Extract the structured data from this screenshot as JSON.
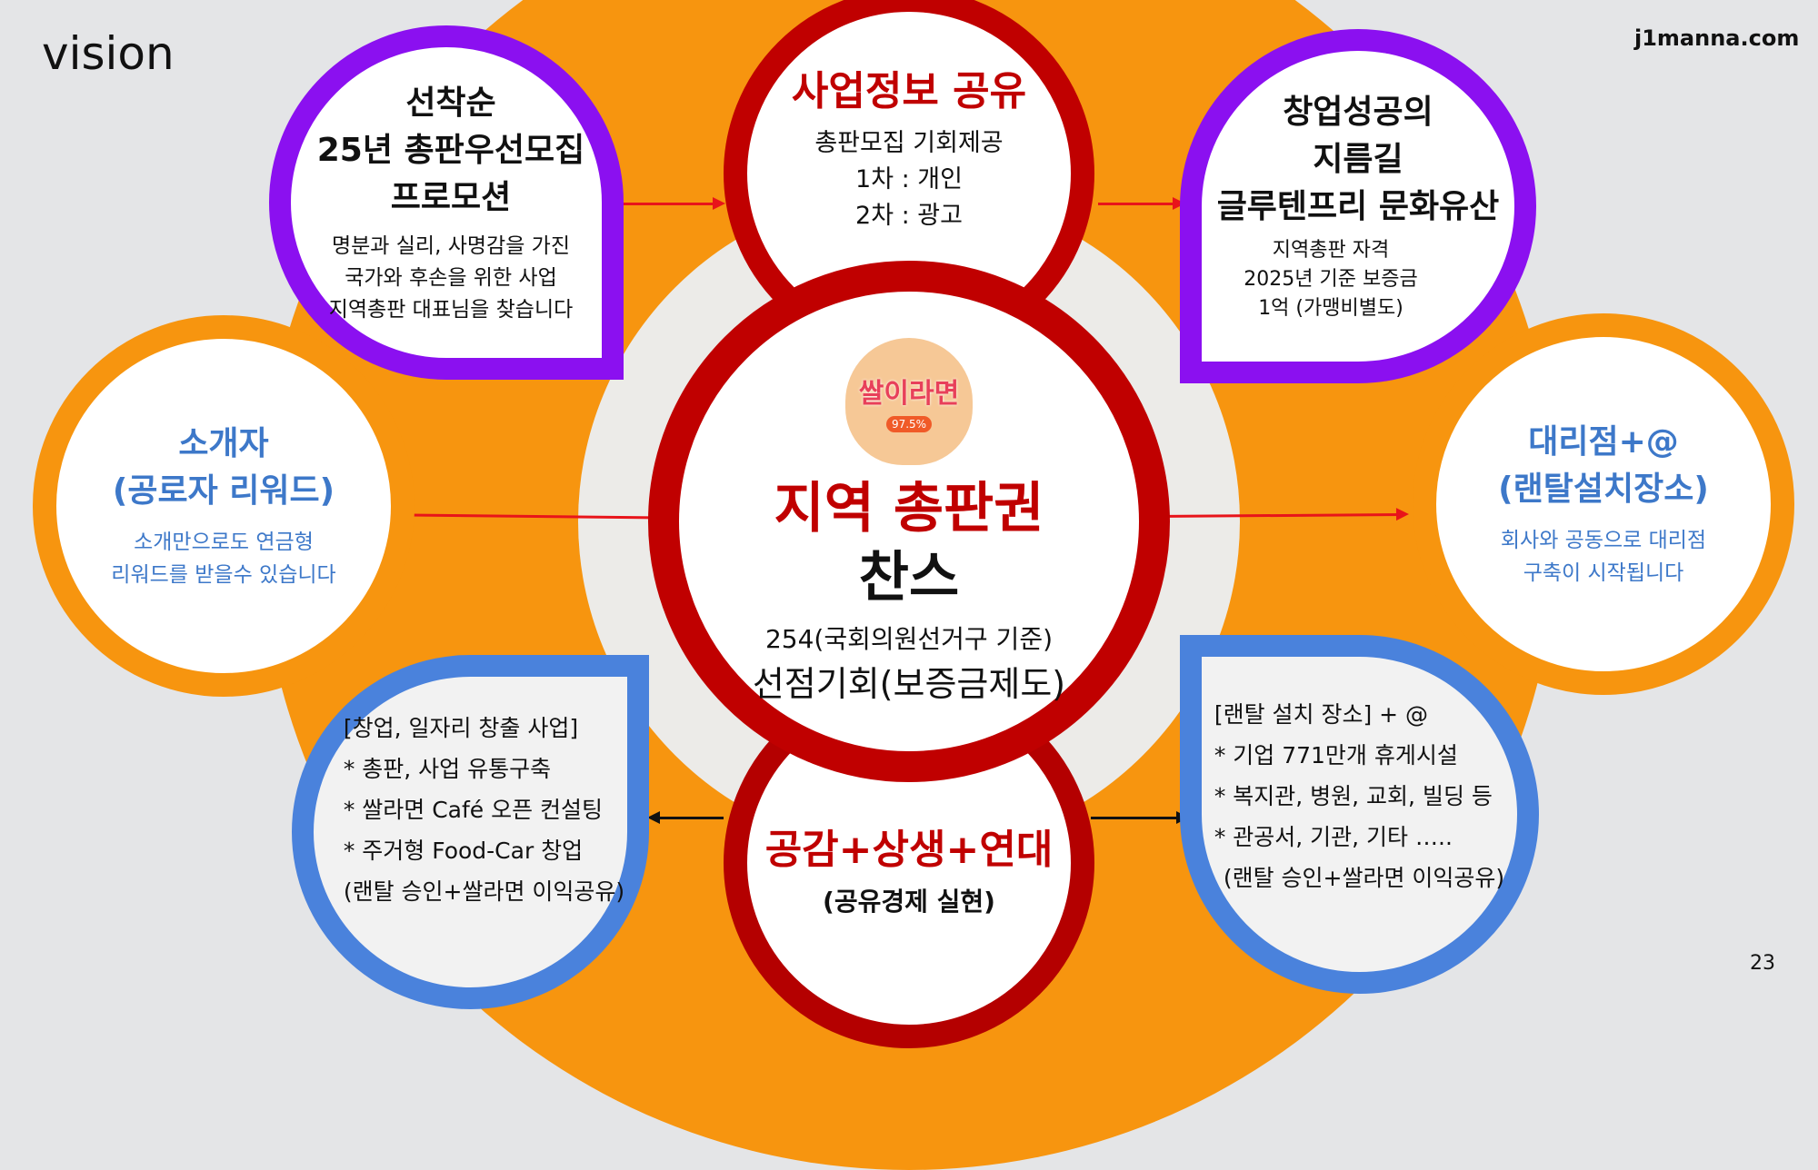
{
  "header": {
    "title": "vision",
    "site": "j1manna.com",
    "page_number": "23"
  },
  "center": {
    "title1": "지역 총판권",
    "title2": "찬스",
    "line1": "254(국회의원선거구 기준)",
    "line2": "선점기회(보증금제도)",
    "logo_text": "쌀이라면",
    "logo_badge": "97.5%"
  },
  "top": {
    "title": "사업정보 공유",
    "lines": [
      "총판모집 기회제공",
      "1차 : 개인",
      "2차 : 광고"
    ]
  },
  "bottom": {
    "title": "공감+상생+연대",
    "subtitle": "(공유경제 실현)"
  },
  "top_left": {
    "title_lines": [
      "선착순",
      "25년 총판우선모집",
      "프로모션"
    ],
    "lines": [
      "명분과 실리, 사명감을 가진",
      "국가와 후손을 위한 사업",
      "지역총판 대표님을 찾습니다"
    ]
  },
  "top_right": {
    "title_lines": [
      "창업성공의",
      "지름길",
      "글루텐프리 문화유산"
    ],
    "lines": [
      "지역총판 자격",
      "2025년 기준 보증금",
      "1억 (가맹비별도)"
    ]
  },
  "left": {
    "title_lines": [
      "소개자",
      "(공로자 리워드)"
    ],
    "lines": [
      "소개만으로도 연금형",
      "리워드를 받을수 있습니다"
    ]
  },
  "right": {
    "title_lines": [
      "대리점+@",
      "(랜탈설치장소)"
    ],
    "lines": [
      "회사와 공동으로 대리점",
      "구축이 시작됩니다"
    ]
  },
  "bottom_left": {
    "lines": [
      "[창업, 일자리 창출 사업]",
      "* 총판, 사업 유통구축",
      "* 쌀라면 Café 오픈 컨설팅",
      "* 주거형 Food-Car 창업",
      "(랜탈 승인+쌀라면 이익공유)"
    ]
  },
  "bottom_right": {
    "lines": [
      "[랜탈 설치 장소] + @",
      "* 기업 771만개 휴게시설",
      "* 복지관, 병원, 교회, 빌딩 등",
      "* 관공서, 기관, 기타 …..",
      "(랜탈 승인+쌀라면 이익공유)"
    ]
  }
}
